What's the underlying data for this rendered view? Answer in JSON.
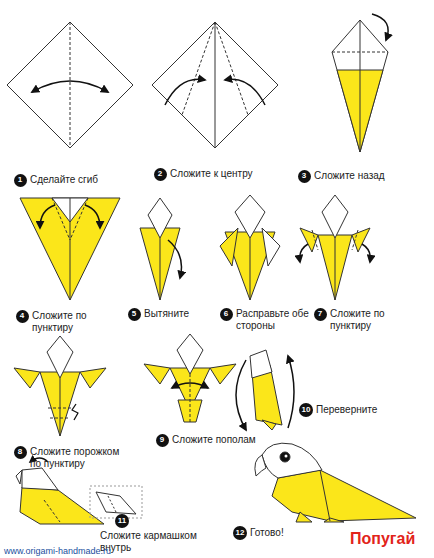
{
  "diagram": {
    "title": "Попугай",
    "nodes": [
      {
        "text": [
          "1"
        ]
      },
      {
        "text": [
          "2"
        ]
      },
      {
        "text": [
          "3"
        ]
      },
      {
        "text": [
          "4"
        ]
      },
      {
        "text": [
          "5"
        ]
      },
      {
        "text": [
          "6"
        ]
      },
      {
        "text": [
          "7"
        ]
      },
      {
        "text": [
          "8"
        ]
      },
      {
        "text": [
          "9"
        ]
      },
      {
        "text": [
          "10"
        ]
      },
      {
        "text": [
          "11"
        ]
      },
      {
        "text": [
          "12"
        ]
      }
    ],
    "labels": [
      "Сделайте сгиб",
      "Сложите к центру",
      "Сложите назад",
      "Сложите по пунктиру",
      "Вытяните",
      "Расправьте обе стороны",
      "Сложите по пунктиру",
      "Сложите порожком по пунктиру",
      "Сложите пополам",
      "Переверните",
      "Сложите кармашком внутрь",
      "Готово!",
      "www.origami-handmade.ru"
    ]
  }
}
